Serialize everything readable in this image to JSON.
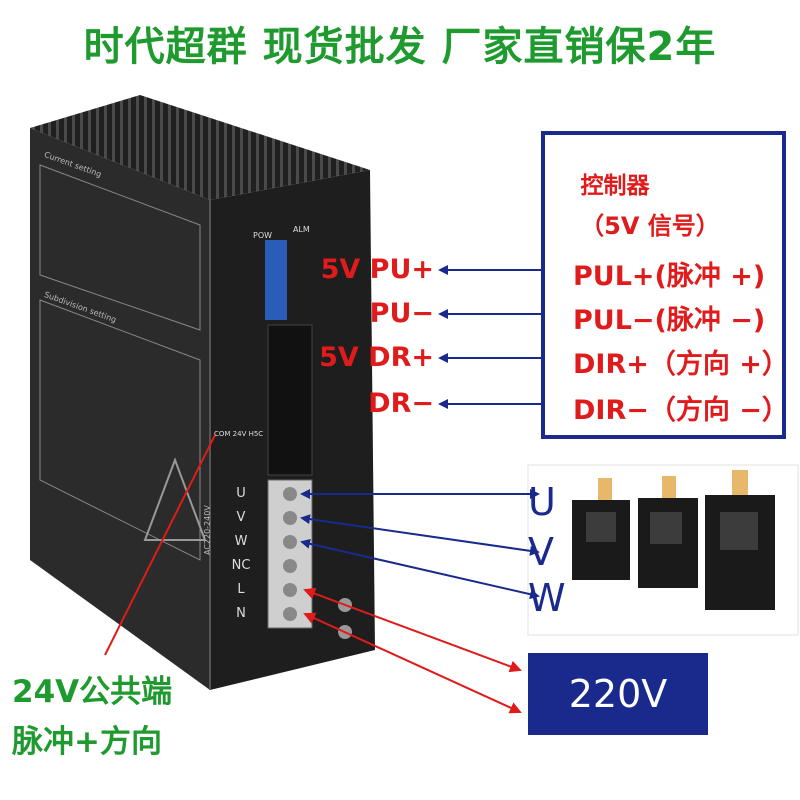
{
  "headline": "时代超群 现货批发 厂家直销保2年",
  "controller": {
    "title": "控制器",
    "subtitle": "（5V 信号）"
  },
  "signals": [
    {
      "driver": "5V PU+",
      "controller": "PUL+(脉冲 +)"
    },
    {
      "driver": "PU−",
      "controller": "PUL−(脉冲 −)"
    },
    {
      "driver": "5V DR+",
      "controller": "DIR+（方向 +）"
    },
    {
      "driver": "DR−",
      "controller": "DIR−（方向 −）"
    }
  ],
  "motor_phases": [
    "U",
    "V",
    "W"
  ],
  "terminals": [
    "U",
    "V",
    "W",
    "NC",
    "L",
    "N"
  ],
  "panel": {
    "current_setting": "Current setting",
    "subdivision_setting": "Subdivision setting",
    "pow": "POW",
    "alm": "ALM",
    "com": "COM 24V H5C",
    "ac_range": "AC220-240V"
  },
  "power": "220V",
  "common": {
    "line1": "24V公共端",
    "line2": "脉冲+方向"
  },
  "colors": {
    "headline": "#1f9a2e",
    "signal": "#e01b1b",
    "arrow": "#1a2a8c",
    "box": "#1a2a8c"
  }
}
